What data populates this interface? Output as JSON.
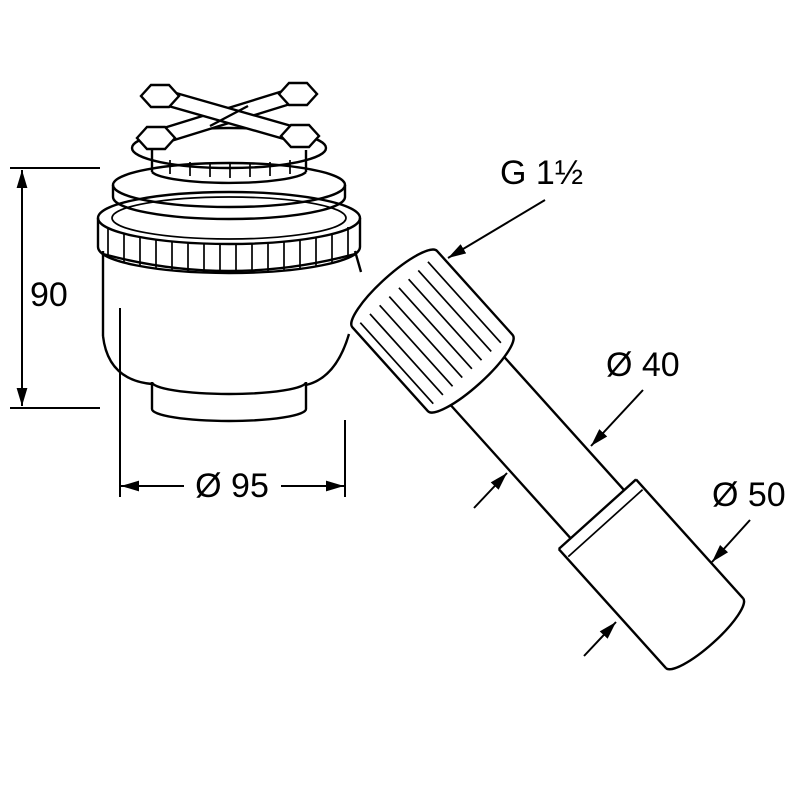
{
  "drawing": {
    "labels": {
      "height": "90",
      "body_diameter": "Ø 95",
      "thread_size": "G 1½",
      "pipe_diameter": "Ø 40",
      "outlet_diameter": "Ø 50"
    },
    "colors": {
      "line": "#000000",
      "background": "#ffffff"
    }
  }
}
